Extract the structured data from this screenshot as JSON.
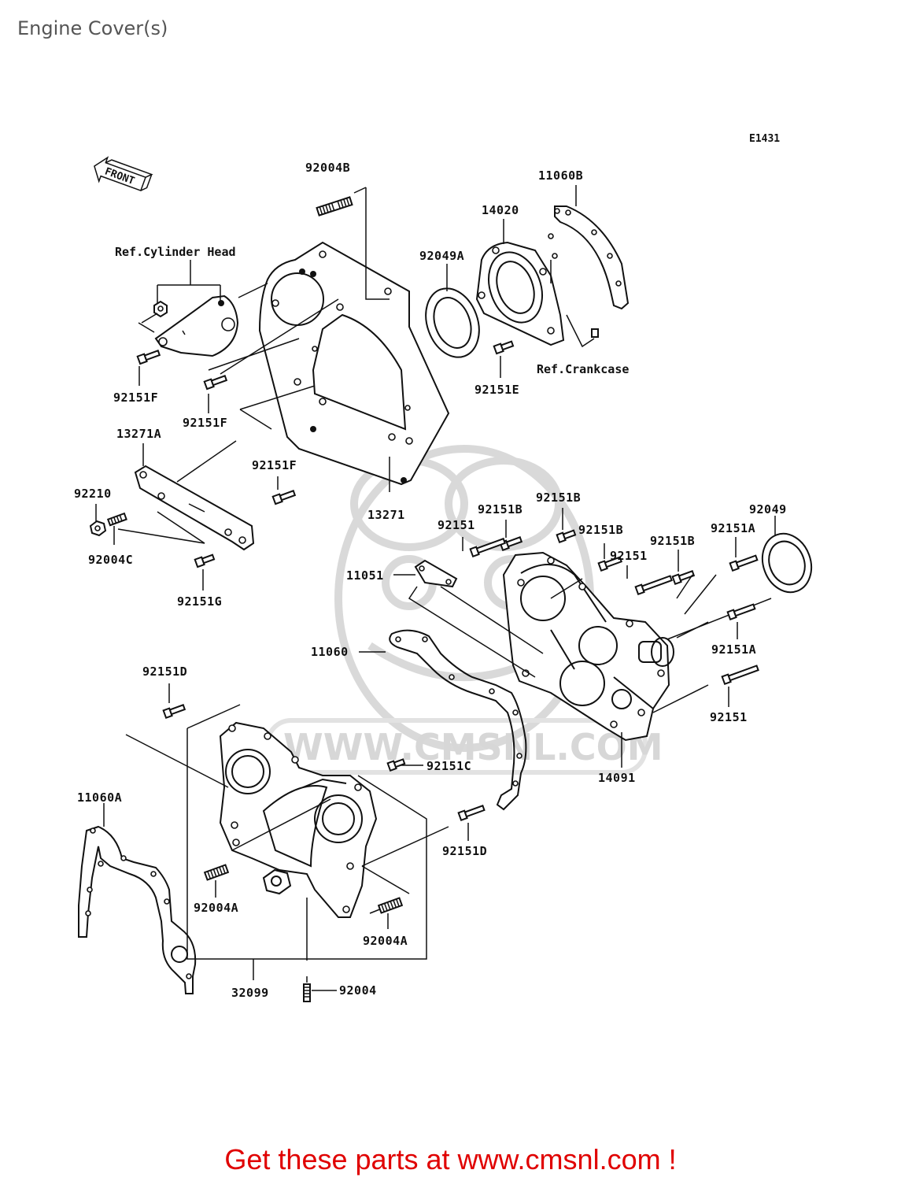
{
  "page": {
    "title": "Engine Cover(s)",
    "footer": "Get these parts at www.cmsnl.com !"
  },
  "diagram": {
    "code": "E1431",
    "front_label": "FRONT",
    "watermark": "WWW.CMSNL.COM",
    "references": {
      "cylinder_head": "Ref.Cylinder Head",
      "crankcase": "Ref.Crankcase"
    },
    "parts": {
      "p92004B": "92004B",
      "p11060B": "11060B",
      "p14020": "14020",
      "p92049A": "92049A",
      "p92151F_a": "92151F",
      "p92151F_b": "92151F",
      "p92151E": "92151E",
      "p13271A": "13271A",
      "p92151F_c": "92151F",
      "p92210": "92210",
      "p92004C": "92004C",
      "p13271": "13271",
      "p92151G": "92151G",
      "p92151B_a": "92151B",
      "p92151B_b": "92151B",
      "p92151_a": "92151",
      "p92151B_c": "92151B",
      "p92049": "92049",
      "p92151A_a": "92151A",
      "p92151_b": "92151",
      "p92151B_d": "92151B",
      "p11051": "11051",
      "p92151A_b": "92151A",
      "p11060": "11060",
      "p92151D_a": "92151D",
      "p92151_c": "92151",
      "p92151C": "92151C",
      "p14091": "14091",
      "p11060A": "11060A",
      "p92151D_b": "92151D",
      "p92004A_a": "92004A",
      "p92004A_b": "92004A",
      "p32099": "32099",
      "p92004": "92004"
    }
  }
}
